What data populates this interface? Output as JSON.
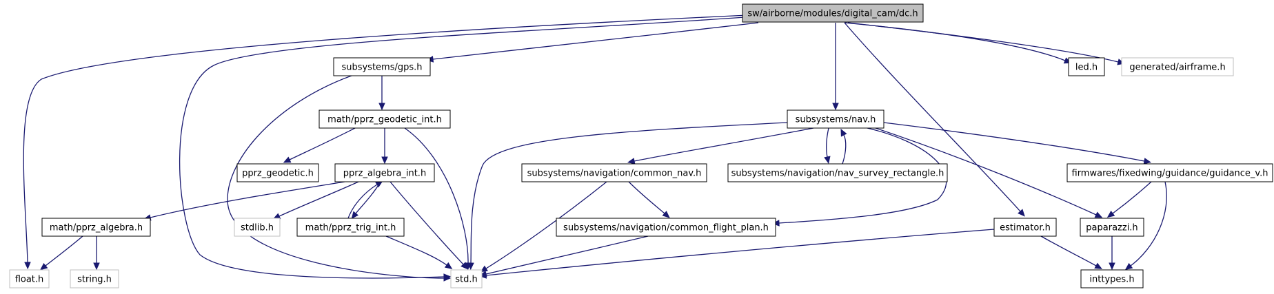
{
  "diagram": {
    "nodes": [
      {
        "id": "dc",
        "label": "sw/airborne/modules/digital_cam/dc.h",
        "style": "root"
      },
      {
        "id": "float",
        "label": "float.h",
        "style": "missing"
      },
      {
        "id": "gps",
        "label": "subsystems/gps.h",
        "style": "normal"
      },
      {
        "id": "stdh",
        "label": "std.h",
        "style": "missing"
      },
      {
        "id": "nav",
        "label": "subsystems/nav.h",
        "style": "normal"
      },
      {
        "id": "estimator",
        "label": "estimator.h",
        "style": "normal"
      },
      {
        "id": "led",
        "label": "led.h",
        "style": "normal"
      },
      {
        "id": "airframe",
        "label": "generated/airframe.h",
        "style": "missing"
      },
      {
        "id": "geodetic_int",
        "label": "math/pprz_geodetic_int.h",
        "style": "normal"
      },
      {
        "id": "geodetic",
        "label": "pprz_geodetic.h",
        "style": "normal"
      },
      {
        "id": "algebra_int",
        "label": "pprz_algebra_int.h",
        "style": "normal"
      },
      {
        "id": "algebra",
        "label": "math/pprz_algebra.h",
        "style": "normal"
      },
      {
        "id": "stdlib",
        "label": "stdlib.h",
        "style": "missing"
      },
      {
        "id": "trig_int",
        "label": "math/pprz_trig_int.h",
        "style": "normal"
      },
      {
        "id": "string",
        "label": "string.h",
        "style": "missing"
      },
      {
        "id": "common_nav",
        "label": "subsystems/navigation/common_nav.h",
        "style": "normal"
      },
      {
        "id": "nav_survey",
        "label": "subsystems/navigation/nav_survey_rectangle.h",
        "style": "normal"
      },
      {
        "id": "guidance_v",
        "label": "firmwares/fixedwing/guidance/guidance_v.h",
        "style": "normal"
      },
      {
        "id": "common_fp",
        "label": "subsystems/navigation/common_flight_plan.h",
        "style": "normal"
      },
      {
        "id": "paparazzi",
        "label": "paparazzi.h",
        "style": "normal"
      },
      {
        "id": "inttypes",
        "label": "inttypes.h",
        "style": "normal"
      }
    ],
    "edges": [
      [
        "dc",
        "float"
      ],
      [
        "dc",
        "gps"
      ],
      [
        "dc",
        "stdh"
      ],
      [
        "dc",
        "nav"
      ],
      [
        "dc",
        "estimator"
      ],
      [
        "dc",
        "led"
      ],
      [
        "dc",
        "airframe"
      ],
      [
        "gps",
        "stdh"
      ],
      [
        "gps",
        "geodetic_int"
      ],
      [
        "geodetic_int",
        "geodetic"
      ],
      [
        "geodetic_int",
        "algebra_int"
      ],
      [
        "geodetic_int",
        "stdh"
      ],
      [
        "algebra_int",
        "algebra"
      ],
      [
        "algebra_int",
        "stdlib"
      ],
      [
        "algebra_int",
        "trig_int"
      ],
      [
        "algebra_int",
        "stdh"
      ],
      [
        "trig_int",
        "algebra_int"
      ],
      [
        "trig_int",
        "stdh"
      ],
      [
        "algebra",
        "float"
      ],
      [
        "algebra",
        "string"
      ],
      [
        "nav",
        "stdh"
      ],
      [
        "nav",
        "common_nav"
      ],
      [
        "nav",
        "nav_survey"
      ],
      [
        "nav",
        "guidance_v"
      ],
      [
        "nav",
        "common_fp"
      ],
      [
        "nav",
        "paparazzi"
      ],
      [
        "nav_survey",
        "nav"
      ],
      [
        "common_nav",
        "stdh"
      ],
      [
        "common_nav",
        "common_fp"
      ],
      [
        "common_fp",
        "stdh"
      ],
      [
        "estimator",
        "stdh"
      ],
      [
        "estimator",
        "inttypes"
      ],
      [
        "guidance_v",
        "paparazzi"
      ],
      [
        "guidance_v",
        "inttypes"
      ],
      [
        "paparazzi",
        "inttypes"
      ]
    ],
    "colors": {
      "edge": "#191970",
      "root_fill": "#bfbfbf",
      "missing_border": "#bfbfbf",
      "node_border": "#000000"
    }
  }
}
